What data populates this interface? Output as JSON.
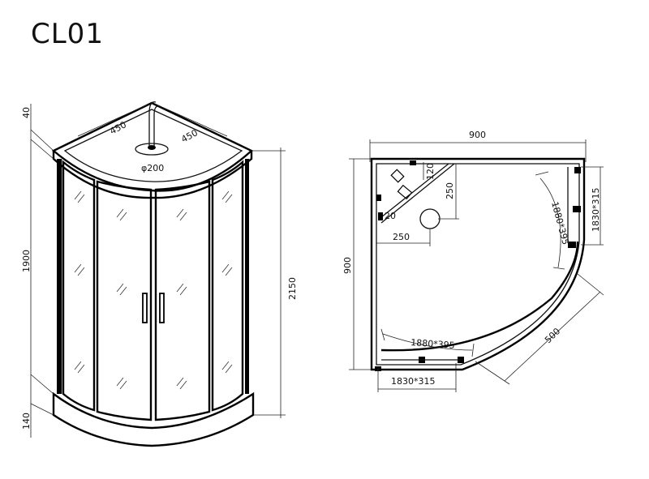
{
  "title": "CL01",
  "front_view": {
    "dim_top": "40",
    "dim_panel": "1900",
    "dim_base": "140",
    "dim_total": "2150",
    "dim_left_diag": "450",
    "dim_right_diag": "450",
    "dim_pipe": "φ200"
  },
  "plan_view": {
    "dim_width": "900",
    "dim_depth": "900",
    "dim_120": "120",
    "dim_250_vert": "250",
    "dim_20": "20",
    "dim_250_horiz": "250",
    "dim_curve_right": "1880*395",
    "dim_right_panel": "1830*315",
    "dim_curve_bottom": "1880*395",
    "dim_bottom_panel": "1830*315",
    "dim_500": "500"
  }
}
